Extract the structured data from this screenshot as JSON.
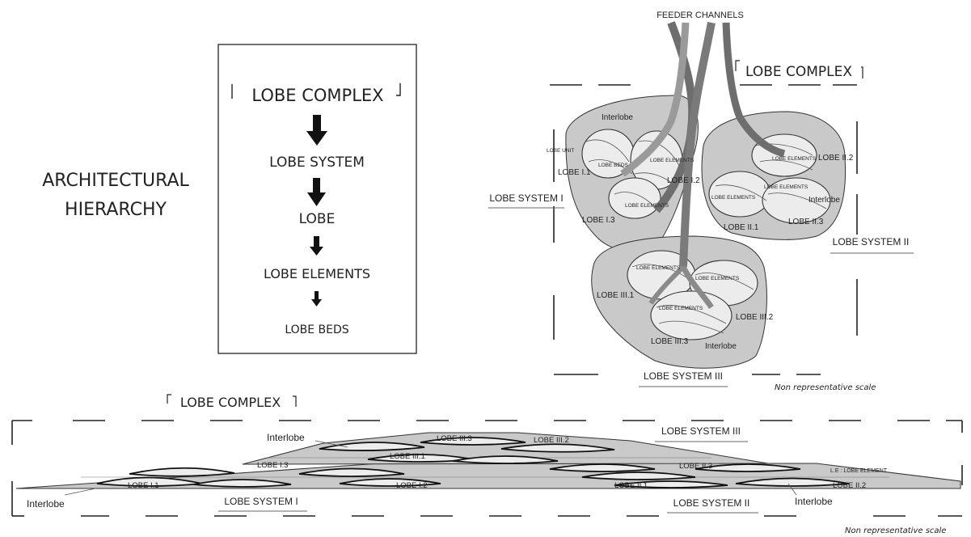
{
  "hierarchy": {
    "title_line1": "ARCHITECTURAL",
    "title_line2": "HIERARCHY",
    "levels": [
      "LOBE COMPLEX",
      "LOBE SYSTEM",
      "LOBE",
      "LOBE ELEMENTS",
      "LOBE BEDS"
    ]
  },
  "plan_view": {
    "feeder": "FEEDER CHANNELS",
    "complex": "LOBE COMPLEX",
    "systems": [
      "LOBE SYSTEM I",
      "LOBE SYSTEM II",
      "LOBE SYSTEM III"
    ],
    "lobes": [
      "LOBE I.1",
      "LOBE I.2",
      "LOBE I.3",
      "LOBE II.1",
      "LOBE II.2",
      "LOBE II.3",
      "LOBE III.1",
      "LOBE III.2",
      "LOBE III.3"
    ],
    "interlobe": "Interlobe",
    "lobe_unit": "LOBE UNIT",
    "lobe_beds": "LOBE BEDS",
    "lobe_elements": "LOBE ELEMENTS",
    "scale_note": "Non representative scale"
  },
  "section_view": {
    "complex": "LOBE COMPLEX",
    "systems": [
      "LOBE SYSTEM I",
      "LOBE SYSTEM II",
      "LOBE SYSTEM III"
    ],
    "lobes": [
      "LOBE I.1",
      "LOBE I.2",
      "LOBE I.3",
      "LOBE II.1",
      "LOBE II.2",
      "LOBE II.3",
      "LOBE III.1",
      "LOBE III.2",
      "LOBE III.3"
    ],
    "interlobe": "Interlobe",
    "legend": "L.E : LOBE ELEMENT",
    "scale_note": "Non representative scale"
  },
  "colors": {
    "lobe_fill": "#c9c9c9",
    "channel": "#6e6e6e",
    "line": "#222222"
  }
}
